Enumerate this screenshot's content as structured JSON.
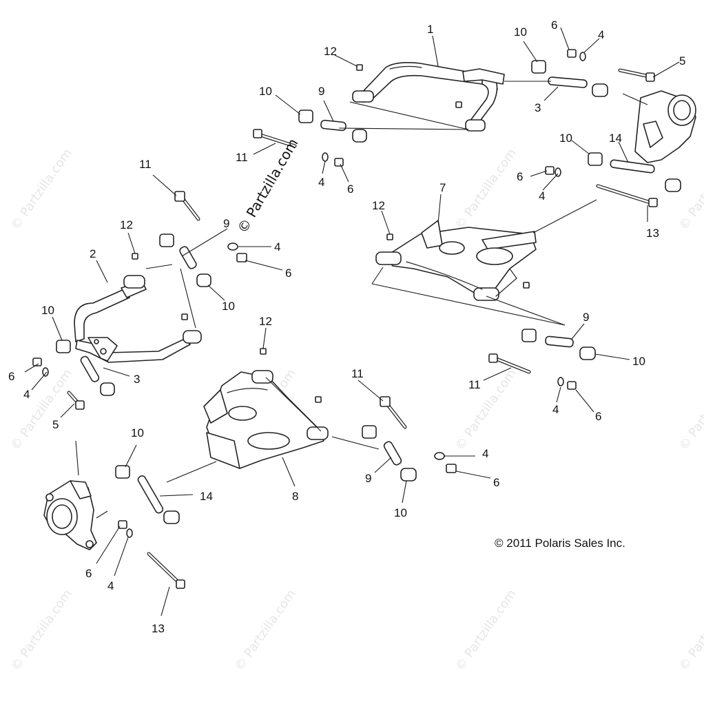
{
  "watermark": {
    "main_text": "© Partzilla.com",
    "repeat_text": "© Partzilla.com",
    "color": "#e6e6e6"
  },
  "copyright": "© 2011 Polaris Sales Inc.",
  "callouts": [
    "1",
    "2",
    "3",
    "4",
    "5",
    "6",
    "7",
    "8",
    "9",
    "10",
    "11",
    "12",
    "13",
    "14"
  ],
  "labels": {
    "l1": "1",
    "l2": "2",
    "l3a": "3",
    "l3b": "3",
    "l4a": "4",
    "l4b": "4",
    "l4c": "4",
    "l4d": "4",
    "l4e": "4",
    "l4f": "4",
    "l4g": "4",
    "l5a": "5",
    "l5b": "5",
    "l6a": "6",
    "l6b": "6",
    "l6c": "6",
    "l6d": "6",
    "l6e": "6",
    "l6f": "6",
    "l6g": "6",
    "l7": "7",
    "l8": "8",
    "l9a": "9",
    "l9b": "9",
    "l9c": "9",
    "l9d": "9",
    "l10a": "10",
    "l10b": "10",
    "l10c": "10",
    "l10d": "10",
    "l10e": "10",
    "l10f": "10",
    "l10g": "10",
    "l10h": "10",
    "l11a": "11",
    "l11b": "11",
    "l11c": "11",
    "l11d": "11",
    "l12a": "12",
    "l12b": "12",
    "l12c": "12",
    "l12d": "12",
    "l13a": "13",
    "l13b": "13",
    "l14a": "14",
    "l14b": "14"
  }
}
